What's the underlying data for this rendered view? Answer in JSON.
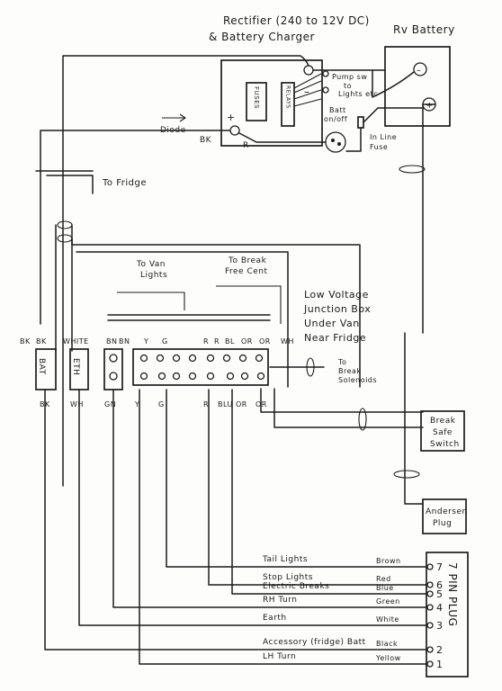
{
  "labels": {
    "rectifier": "Rectifier (240 to 12V DC)",
    "charger": "& Battery Charger",
    "rv_battery": "Rv Battery",
    "pump": "Pump sw",
    "to": "to",
    "lights_etc": "Lights etc",
    "batt_onoff_1": "Batt",
    "batt_onoff_2": "on/off",
    "inline_1": "In Line",
    "inline_2": "Fuse",
    "diode": "Diode",
    "bk": "BK",
    "r": "R",
    "fuses": "FUSES",
    "relays": "RELAYS",
    "to_fridge": "To Fridge",
    "to_van_1": "To Van",
    "to_van_2": "Lights",
    "to_break_1": "To Break",
    "to_break_2": "Free Cent",
    "jb_1": "Low Voltage",
    "jb_2": "Junction Box",
    "jb_3": "Under Van",
    "jb_4": "Near Fridge",
    "to_solenoids_1": "To",
    "to_solenoids_2": "Break",
    "to_solenoids_3": "Solenoids",
    "safe_1": "Break",
    "safe_2": "Safe",
    "safe_3": "Switch",
    "anderson_1": "Andersen",
    "anderson_2": "Plug",
    "plug_vertical": "7 PIN PLUG"
  },
  "top_wire_labels": [
    "BK",
    "BK",
    "WHITE",
    "BN",
    "BN",
    "Y",
    "G",
    "R",
    "R",
    "BL",
    "OR",
    "OR",
    "WH"
  ],
  "bottom_wire_labels": [
    "BK",
    "WH",
    "GN",
    "Y",
    "G",
    "R",
    "BLU",
    "OR",
    "OR"
  ],
  "block_labels": {
    "bat": "BAT",
    "eth": "ETH"
  },
  "plug_pins": [
    {
      "pin": "7",
      "function": "Tail Lights",
      "color": "Brown"
    },
    {
      "pin": "6",
      "function": "Stop Lights",
      "color": "Red"
    },
    {
      "pin": "5",
      "function": "Electric Breaks",
      "color": "Blue"
    },
    {
      "pin": "4",
      "function": "RH Turn",
      "color": "Green"
    },
    {
      "pin": "3",
      "function": "Earth",
      "color": "White"
    },
    {
      "pin": "2",
      "function": "Accessory (fridge) Batt",
      "color": "Black"
    },
    {
      "pin": "1",
      "function": "LH Turn",
      "color": "Yellow"
    }
  ]
}
